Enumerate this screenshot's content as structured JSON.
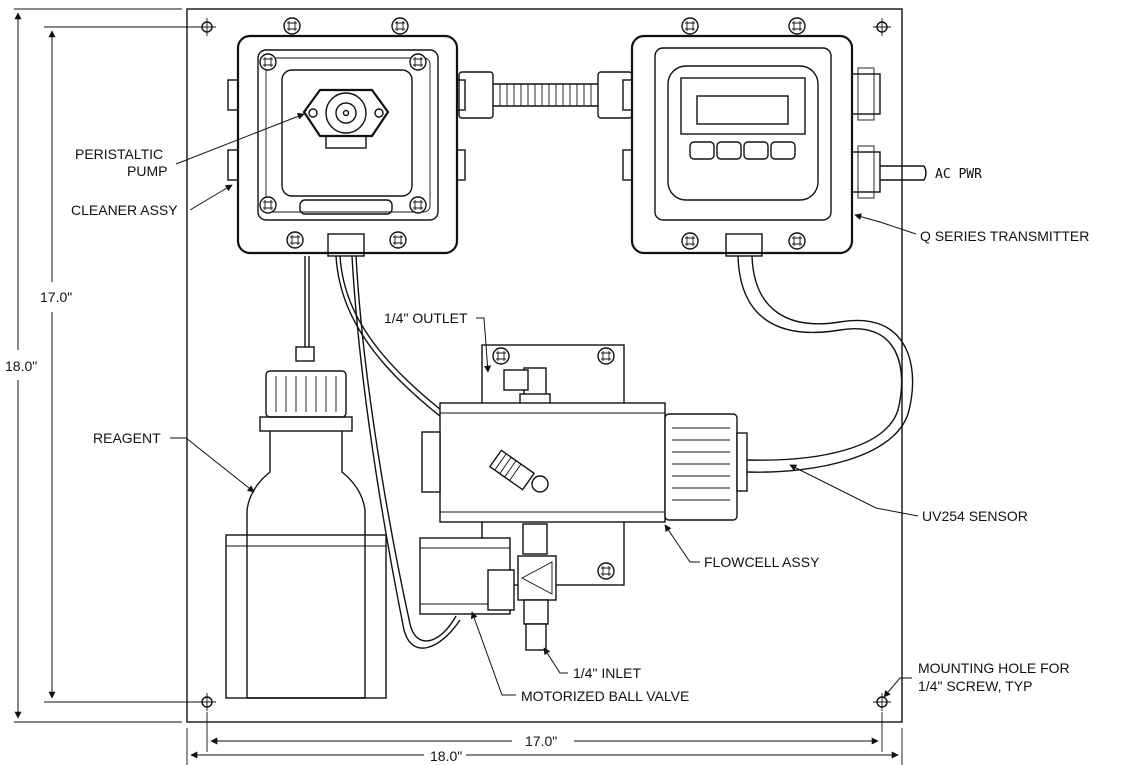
{
  "labels": {
    "peristaltic_pump": [
      "PERISTALTIC",
      "PUMP"
    ],
    "cleaner_assy": "CLEANER ASSY",
    "reagent": "REAGENT",
    "outlet": "1/4\" OUTLET",
    "ac_pwr": "AC PWR",
    "q_series_transmitter": "Q SERIES TRANSMITTER",
    "uv254_sensor": "UV254 SENSOR",
    "flowcell_assy": "FLOWCELL ASSY",
    "inlet": "1/4\" INLET",
    "motorized_ball_valve": "MOTORIZED BALL VALVE",
    "mounting_hole": [
      "MOUNTING HOLE FOR",
      "1/4\" SCREW, TYP"
    ]
  },
  "dimensions": {
    "outer_height": "18.0\"",
    "inner_height": "17.0\"",
    "inner_width": "17.0\"",
    "outer_width": "18.0\""
  }
}
